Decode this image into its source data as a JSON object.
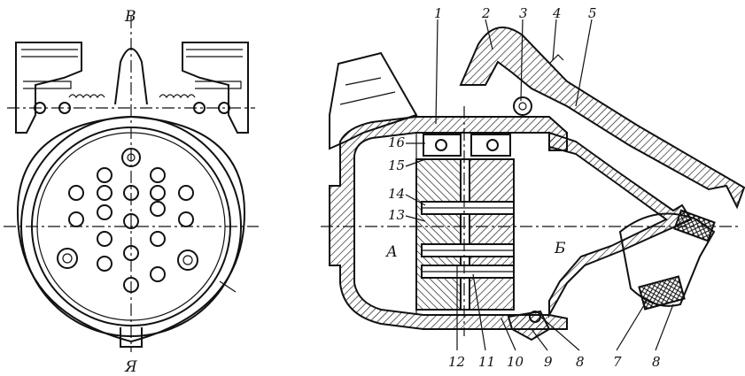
{
  "left_view": {
    "section_mark_top": "В",
    "section_mark_bottom": "Я"
  },
  "right_view": {
    "callouts": [
      "1",
      "2",
      "3",
      "4",
      "5",
      "16",
      "15",
      "14",
      "13",
      "12",
      "11",
      "10",
      "9",
      "8",
      "7",
      "8"
    ],
    "chamber_left": "А",
    "chamber_right": "Б"
  }
}
